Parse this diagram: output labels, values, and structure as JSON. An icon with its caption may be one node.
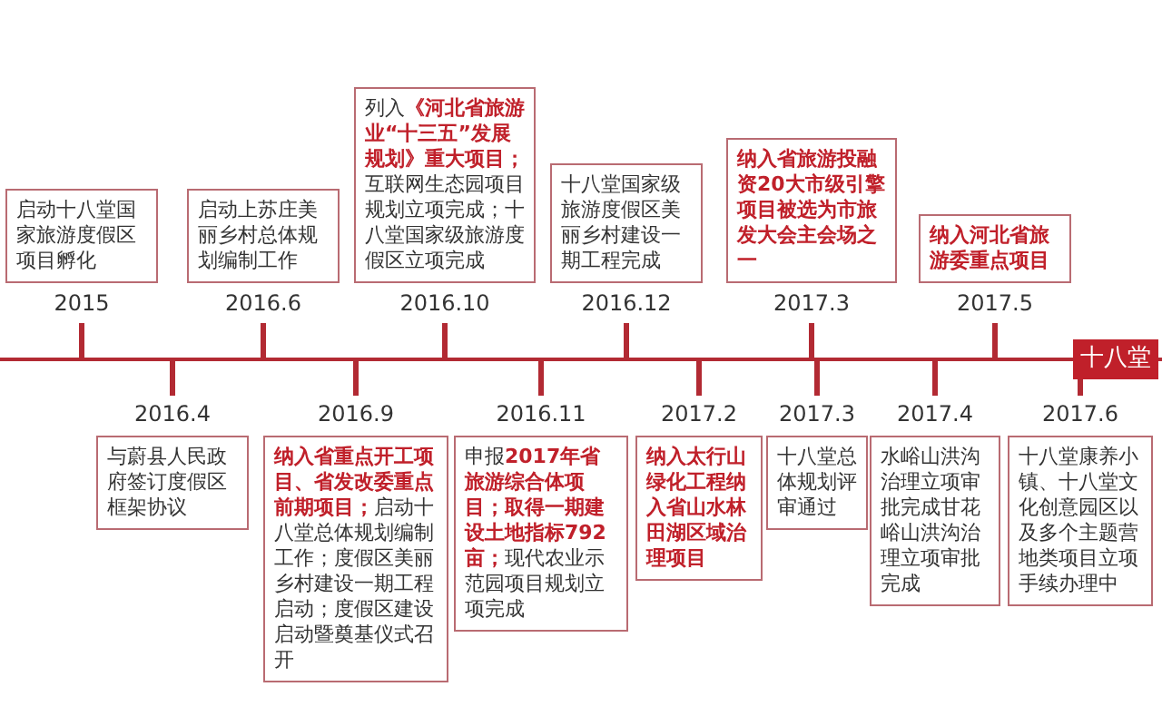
{
  "diagram": {
    "nodes": [
      {
        "text": [
          "启动十八堂国家旅游度假区项目孵化"
        ],
        "beside": [
          "2015"
        ]
      },
      {
        "text": [
          "与蔚县人民政府签订度假区框架协议"
        ],
        "beside": [
          "2016.4"
        ]
      },
      {
        "text": [
          "启动上苏庄美丽乡村总体规划编制工作"
        ],
        "beside": [
          "2016.6"
        ]
      },
      {
        "text": [
          "**纳入省重点开工项目、省发改委重点前期项目；**启动十八堂总体规划编制工作；度假区美丽乡村建设一期工程启动；度假区建设启动暨奠基仪式召开"
        ],
        "beside": [
          "2016.9"
        ]
      },
      {
        "text": [
          "列入**《河北省旅游业“十三五”发展规划》重大项目；**互联网生态园项目规划立项完成；十八堂国家级旅游度假区立项完成"
        ],
        "beside": [
          "2016.10"
        ]
      },
      {
        "text": [
          "申报**2017年省旅游综合体项目；取得一期建设土地指标792亩；**现代农业示范园项目规划立项完成"
        ],
        "beside": [
          "2016.11"
        ]
      },
      {
        "text": [
          "十八堂国家级旅游度假区美丽乡村建设一期工程完成"
        ],
        "beside": [
          "2016.12"
        ]
      },
      {
        "text": [
          "纳入太行山绿化工程纳入省山水林田湖区域治理项目"
        ],
        "beside": [
          "2017.2"
        ]
      },
      {
        "text": [
          "纳入省旅游投融资20大市级引擎项目被选为市旅发大会主会场之一"
        ],
        "beside": [
          "2017.3"
        ]
      },
      {
        "text": [
          "十八堂总体规划评审通过"
        ],
        "beside": [
          "2017.3"
        ]
      },
      {
        "text": [
          "水峪山洪沟治理立项审批完成甘花峪山洪沟治理立项审批完成"
        ],
        "beside": [
          "2017.4"
        ]
      },
      {
        "text": [
          "纳入河北省旅游委重点项目"
        ],
        "beside": [
          "2017.5"
        ]
      },
      {
        "text": [
          "十八堂康养小镇、十八堂文化创意园区以及多个主题营地类项目立项手续办理中"
        ],
        "beside": [
          "2017.6"
        ]
      },
      {
        "text": [
          "十八堂"
        ]
      }
    ]
  }
}
